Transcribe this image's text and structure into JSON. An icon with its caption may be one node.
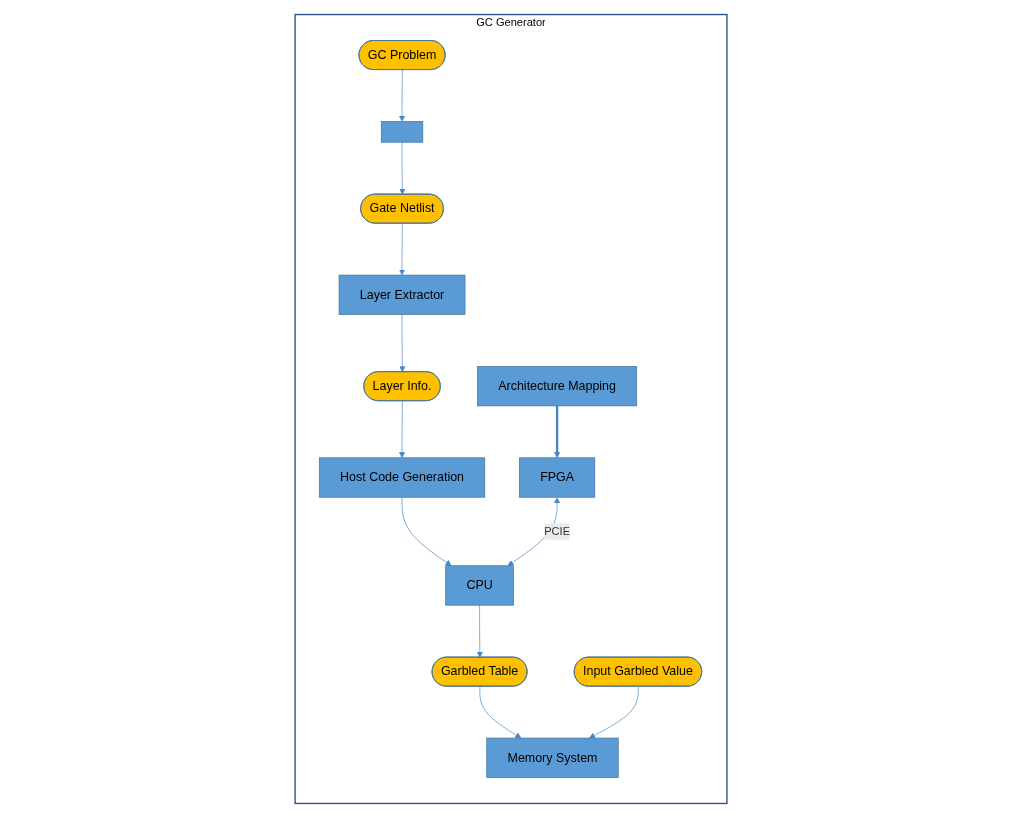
{
  "diagram": {
    "nodes": [
      {
        "text": [
          "GC Generator"
        ]
      },
      {
        "text": [
          "Architecture Mapping"
        ],
        "in": 0
      },
      {
        "text": [
          "GC Problem"
        ],
        "in": 0
      },
      {
        "text": [],
        "shape": "box",
        "in": 0
      },
      {
        "text": [
          "Gate Netlist"
        ],
        "in": 0
      },
      {
        "text": [
          "Layer Extractor"
        ],
        "in": 0
      },
      {
        "text": [
          "Layer Info."
        ],
        "in": 0
      },
      {
        "text": [
          "Host Code Generation"
        ],
        "in": 0
      },
      {
        "text": [
          "Memory System"
        ],
        "in": 0
      },
      {
        "text": [
          "FPGA"
        ],
        "in": 0
      },
      {
        "text": [
          "CPU"
        ],
        "in": 0
      },
      {
        "text": [
          "Garbled Table"
        ],
        "in": 0
      },
      {
        "text": [
          "Input Garbled Value"
        ],
        "in": 0
      }
    ],
    "edges": [
      {
        "from": 2,
        "to": 3,
        "arrow": "to"
      },
      {
        "from": 3,
        "to": 4,
        "arrow": "to"
      },
      {
        "from": 4,
        "to": 5,
        "arrow": "to"
      },
      {
        "from": 5,
        "to": 6,
        "arrow": "to"
      },
      {
        "from": 6,
        "to": 7,
        "arrow": "to"
      },
      {
        "from": 7,
        "to": 10,
        "arrow": "to"
      },
      {
        "from": 1,
        "to": 9,
        "arrow": "to",
        "style": "thick"
      },
      {
        "from": 9,
        "to": 10,
        "arrow": "both",
        "label": "PCIE"
      },
      {
        "from": 10,
        "to": 11,
        "arrow": "to"
      },
      {
        "from": 11,
        "to": 8,
        "arrow": "to"
      },
      {
        "from": 12,
        "to": 8,
        "arrow": "to"
      }
    ]
  }
}
